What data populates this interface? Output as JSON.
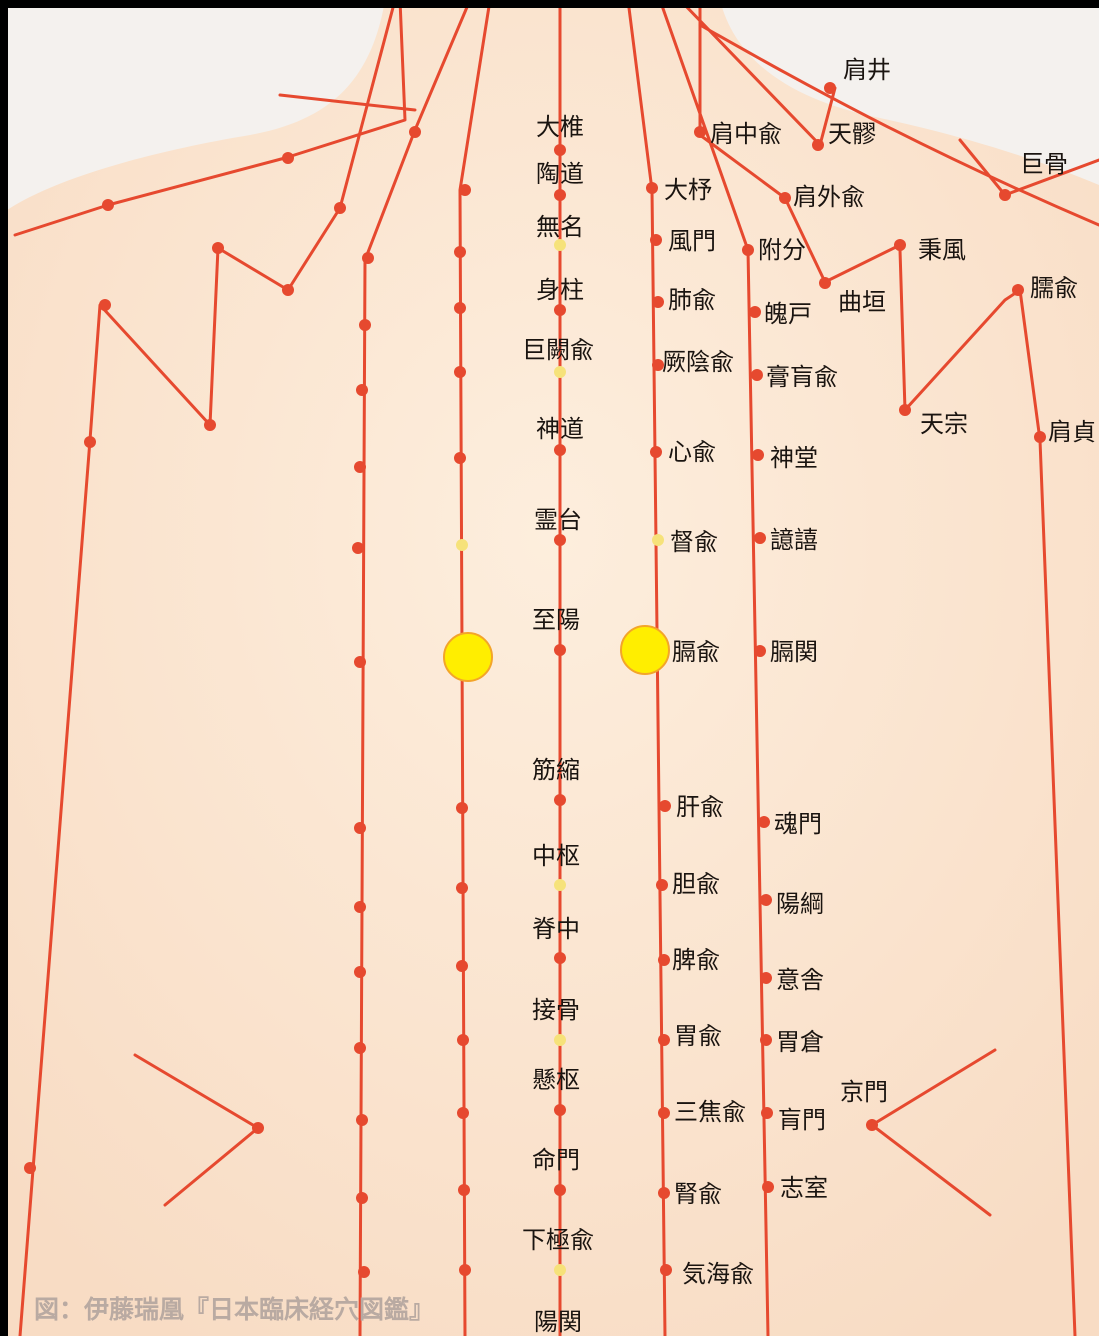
{
  "caption": "図：伊藤瑞凰『日本臨床経穴図鑑』",
  "colors": {
    "meridian": "#e6492f",
    "skin": "#fbe6d2",
    "highlight": "#ffee00",
    "text": "#1a1410"
  },
  "governor_vessel_labels": [
    "大椎",
    "陶道",
    "無名",
    "身柱",
    "巨闕兪",
    "神道",
    "霊台",
    "至陽",
    "筋縮",
    "中枢",
    "脊中",
    "接骨",
    "懸枢",
    "命門",
    "下極兪",
    "陽関"
  ],
  "bladder_inner_labels": [
    "大杼",
    "風門",
    "肺兪",
    "厥陰兪",
    "心兪",
    "督兪",
    "膈兪",
    "肝兪",
    "胆兪",
    "脾兪",
    "胃兪",
    "三焦兪",
    "腎兪",
    "気海兪"
  ],
  "bladder_outer_labels": [
    "附分",
    "魄戸",
    "膏肓兪",
    "神堂",
    "譩譆",
    "膈関",
    "魂門",
    "陽綱",
    "意舎",
    "胃倉",
    "肓門",
    "志室"
  ],
  "shoulder_labels": [
    "肩井",
    "肩中兪",
    "天髎",
    "巨骨",
    "肩外兪",
    "秉風",
    "曲垣",
    "臑兪",
    "天宗",
    "肩貞",
    "京門"
  ],
  "highlighted_points": 2
}
